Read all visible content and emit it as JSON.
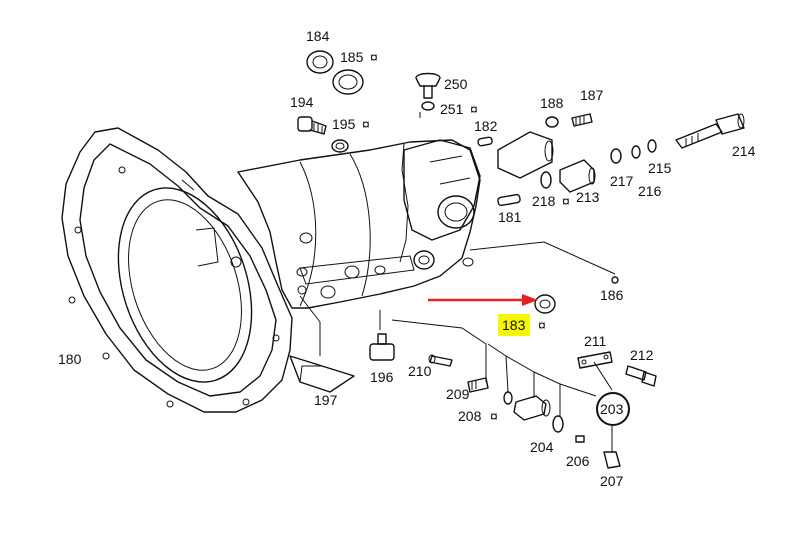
{
  "diagram": {
    "labels": [
      {
        "id": "184",
        "text": "184"
      },
      {
        "id": "185",
        "text": "185"
      },
      {
        "id": "250",
        "text": "250"
      },
      {
        "id": "251",
        "text": "251"
      },
      {
        "id": "188",
        "text": "188"
      },
      {
        "id": "187",
        "text": "187"
      },
      {
        "id": "194",
        "text": "194"
      },
      {
        "id": "195",
        "text": "195"
      },
      {
        "id": "182",
        "text": "182"
      },
      {
        "id": "214",
        "text": "214"
      },
      {
        "id": "215",
        "text": "215"
      },
      {
        "id": "217",
        "text": "217"
      },
      {
        "id": "216",
        "text": "216"
      },
      {
        "id": "213",
        "text": "213"
      },
      {
        "id": "218",
        "text": "218"
      },
      {
        "id": "181",
        "text": "181"
      },
      {
        "id": "186",
        "text": "186"
      },
      {
        "id": "183",
        "text": "183"
      },
      {
        "id": "180",
        "text": "180"
      },
      {
        "id": "211",
        "text": "211"
      },
      {
        "id": "212",
        "text": "212"
      },
      {
        "id": "196",
        "text": "196"
      },
      {
        "id": "210",
        "text": "210"
      },
      {
        "id": "197",
        "text": "197"
      },
      {
        "id": "209",
        "text": "209"
      },
      {
        "id": "208",
        "text": "208"
      },
      {
        "id": "203",
        "text": "203"
      },
      {
        "id": "204",
        "text": "204"
      },
      {
        "id": "206",
        "text": "206"
      },
      {
        "id": "207",
        "text": "207"
      }
    ],
    "marker_symbol": "¤",
    "highlight_color": "#f7f700",
    "arrow_color": "#e32222",
    "ink_color": "#111111"
  }
}
